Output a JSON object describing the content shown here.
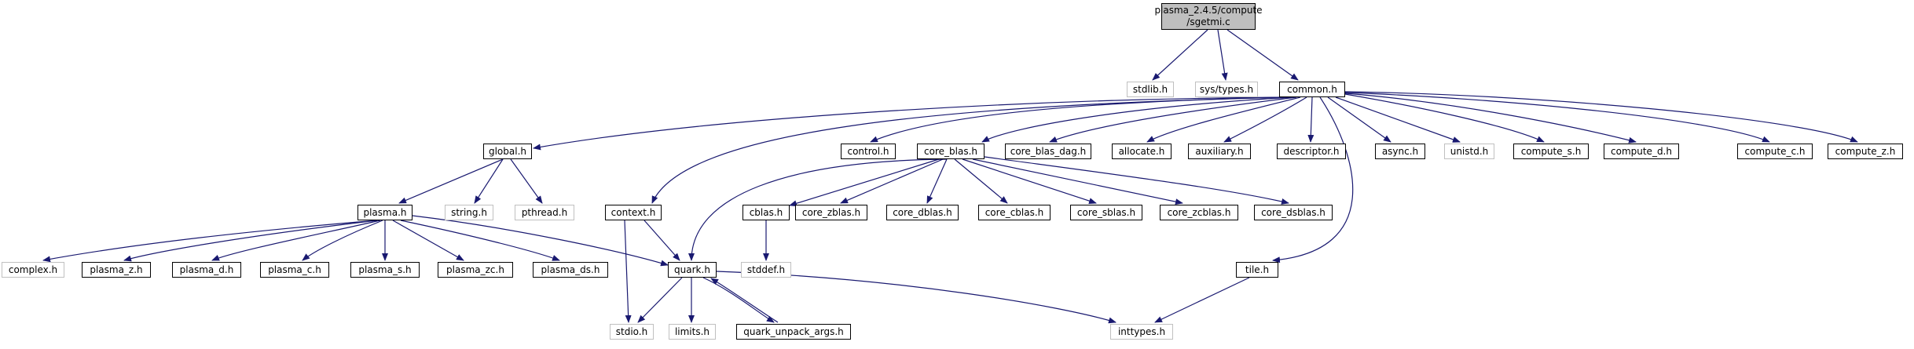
{
  "root": {
    "line1": "plasma_2.4.5/compute",
    "line2": "/sgetmi.c"
  },
  "nodes": {
    "stdlib": "stdlib.h",
    "systypes": "sys/types.h",
    "common": "common.h",
    "global": "global.h",
    "control": "control.h",
    "core_blas": "core_blas.h",
    "core_blas_dag": "core_blas_dag.h",
    "allocate": "allocate.h",
    "auxiliary": "auxiliary.h",
    "descriptor": "descriptor.h",
    "async": "async.h",
    "unistd": "unistd.h",
    "compute_s": "compute_s.h",
    "compute_d": "compute_d.h",
    "compute_c": "compute_c.h",
    "compute_z": "compute_z.h",
    "plasma": "plasma.h",
    "string": "string.h",
    "pthread": "pthread.h",
    "context": "context.h",
    "cblas": "cblas.h",
    "core_zblas": "core_zblas.h",
    "core_dblas": "core_dblas.h",
    "core_cblas": "core_cblas.h",
    "core_sblas": "core_sblas.h",
    "core_zcblas": "core_zcblas.h",
    "core_dsblas": "core_dsblas.h",
    "stddef": "stddef.h",
    "complex": "complex.h",
    "plasma_z": "plasma_z.h",
    "plasma_d": "plasma_d.h",
    "plasma_c": "plasma_c.h",
    "plasma_s": "plasma_s.h",
    "plasma_zc": "plasma_zc.h",
    "plasma_ds": "plasma_ds.h",
    "quark": "quark.h",
    "tile": "tile.h",
    "stdio": "stdio.h",
    "limits": "limits.h",
    "quark_unpack_args": "quark_unpack_args.h",
    "inttypes": "inttypes.h"
  },
  "colors": {
    "edge": "#191970",
    "border": "#000000",
    "ext_border": "#c0c0c0",
    "root_fill": "#bfbfbf"
  }
}
